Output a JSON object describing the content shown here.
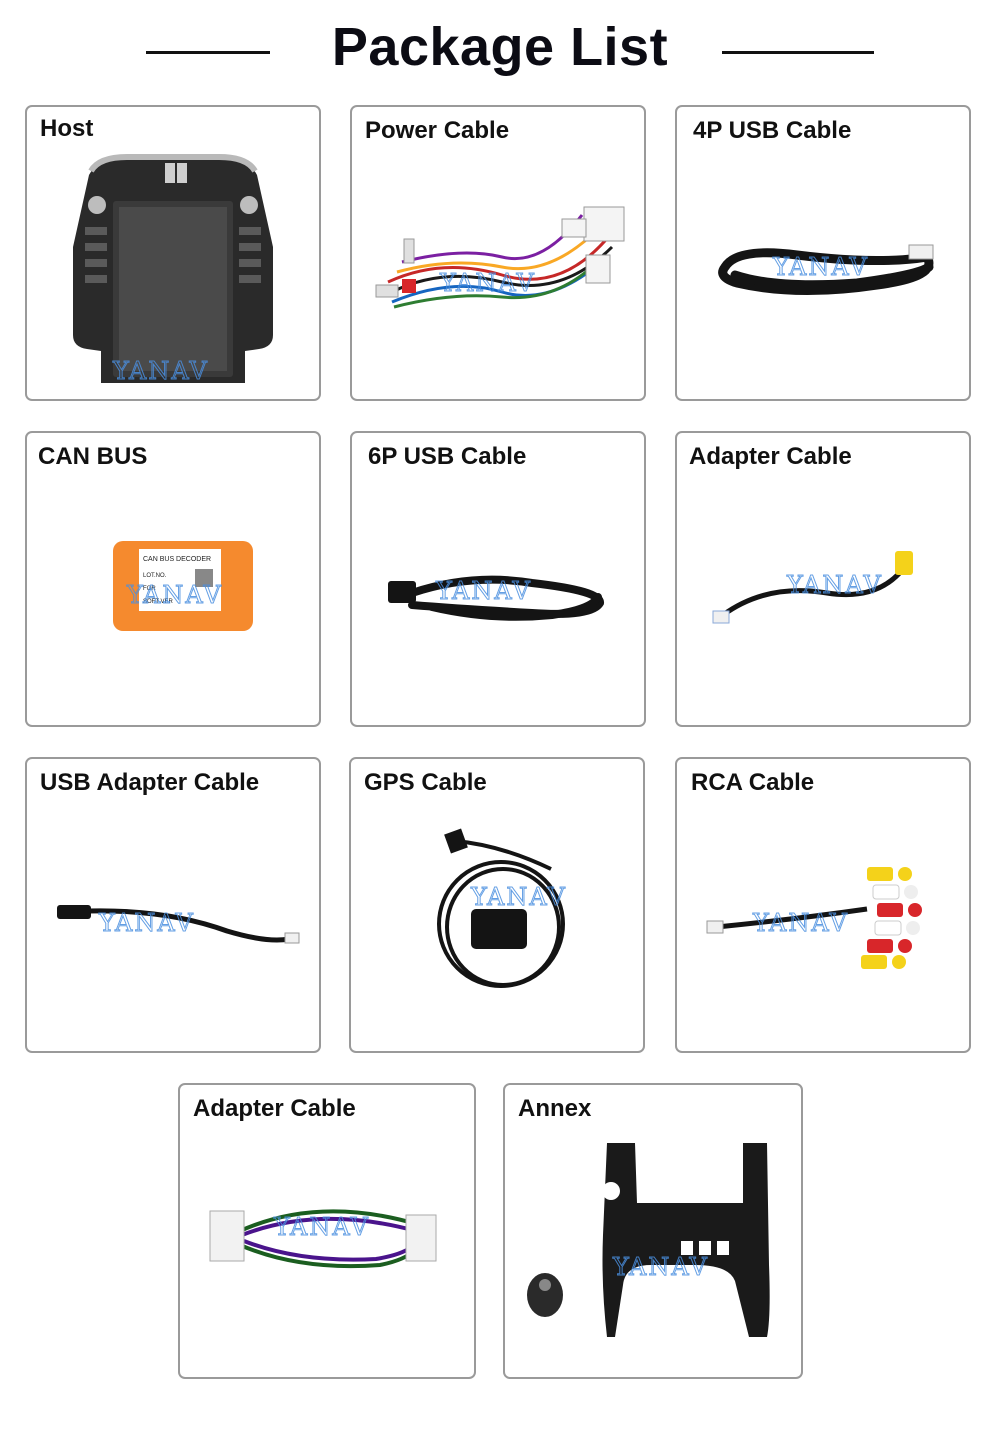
{
  "header": {
    "title": "Package List"
  },
  "watermark": "YANAV",
  "items": [
    {
      "label": "Host"
    },
    {
      "label": "Power Cable"
    },
    {
      "label": "4P USB Cable"
    },
    {
      "label": "CAN BUS"
    },
    {
      "label": "6P USB Cable"
    },
    {
      "label": "Adapter Cable"
    },
    {
      "label": "USB Adapter Cable"
    },
    {
      "label": "GPS Cable"
    },
    {
      "label": "RCA Cable"
    },
    {
      "label": "Adapter Cable"
    },
    {
      "label": "Annex"
    }
  ],
  "canbus_sticker": {
    "line1": "CAN BUS DECODER",
    "line2": "LOT.NO.",
    "line3": "FOR",
    "line4": "SOFT VER"
  },
  "colors": {
    "border": "#9a9a9a",
    "watermark": "#4a8fe0",
    "canbus_box": "#f58a2e",
    "rca_yellow": "#f4d21a",
    "rca_red": "#d8262a"
  }
}
